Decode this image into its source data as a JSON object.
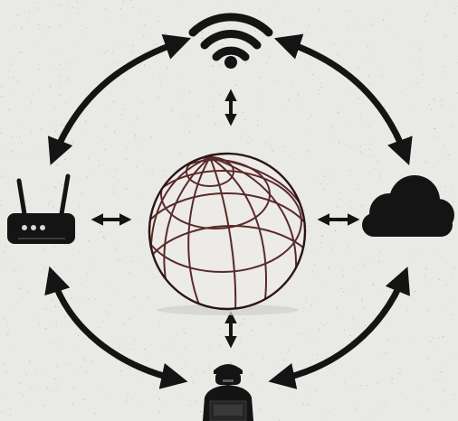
{
  "diagram": {
    "background_color": "#e9e9e6",
    "ink_color": "#141414",
    "globe_line_color": "#5a2a2a",
    "speckle_color": "#9a9a96",
    "nodes": [
      {
        "id": "wifi",
        "icon": "wifi-icon"
      },
      {
        "id": "router",
        "icon": "router-icon"
      },
      {
        "id": "globe",
        "icon": "globe-icon"
      },
      {
        "id": "cloud",
        "icon": "cloud-icon"
      },
      {
        "id": "user",
        "icon": "user-at-computer-icon"
      }
    ],
    "connections": [
      {
        "from": "wifi",
        "to": "router",
        "style": "curved",
        "bidirectional": true
      },
      {
        "from": "wifi",
        "to": "cloud",
        "style": "curved",
        "bidirectional": true
      },
      {
        "from": "router",
        "to": "user",
        "style": "curved",
        "bidirectional": true
      },
      {
        "from": "cloud",
        "to": "user",
        "style": "curved",
        "bidirectional": true
      },
      {
        "from": "wifi",
        "to": "globe",
        "style": "straight",
        "bidirectional": true
      },
      {
        "from": "router",
        "to": "globe",
        "style": "straight",
        "bidirectional": true
      },
      {
        "from": "cloud",
        "to": "globe",
        "style": "straight",
        "bidirectional": true
      },
      {
        "from": "user",
        "to": "globe",
        "style": "straight",
        "bidirectional": true
      }
    ]
  }
}
